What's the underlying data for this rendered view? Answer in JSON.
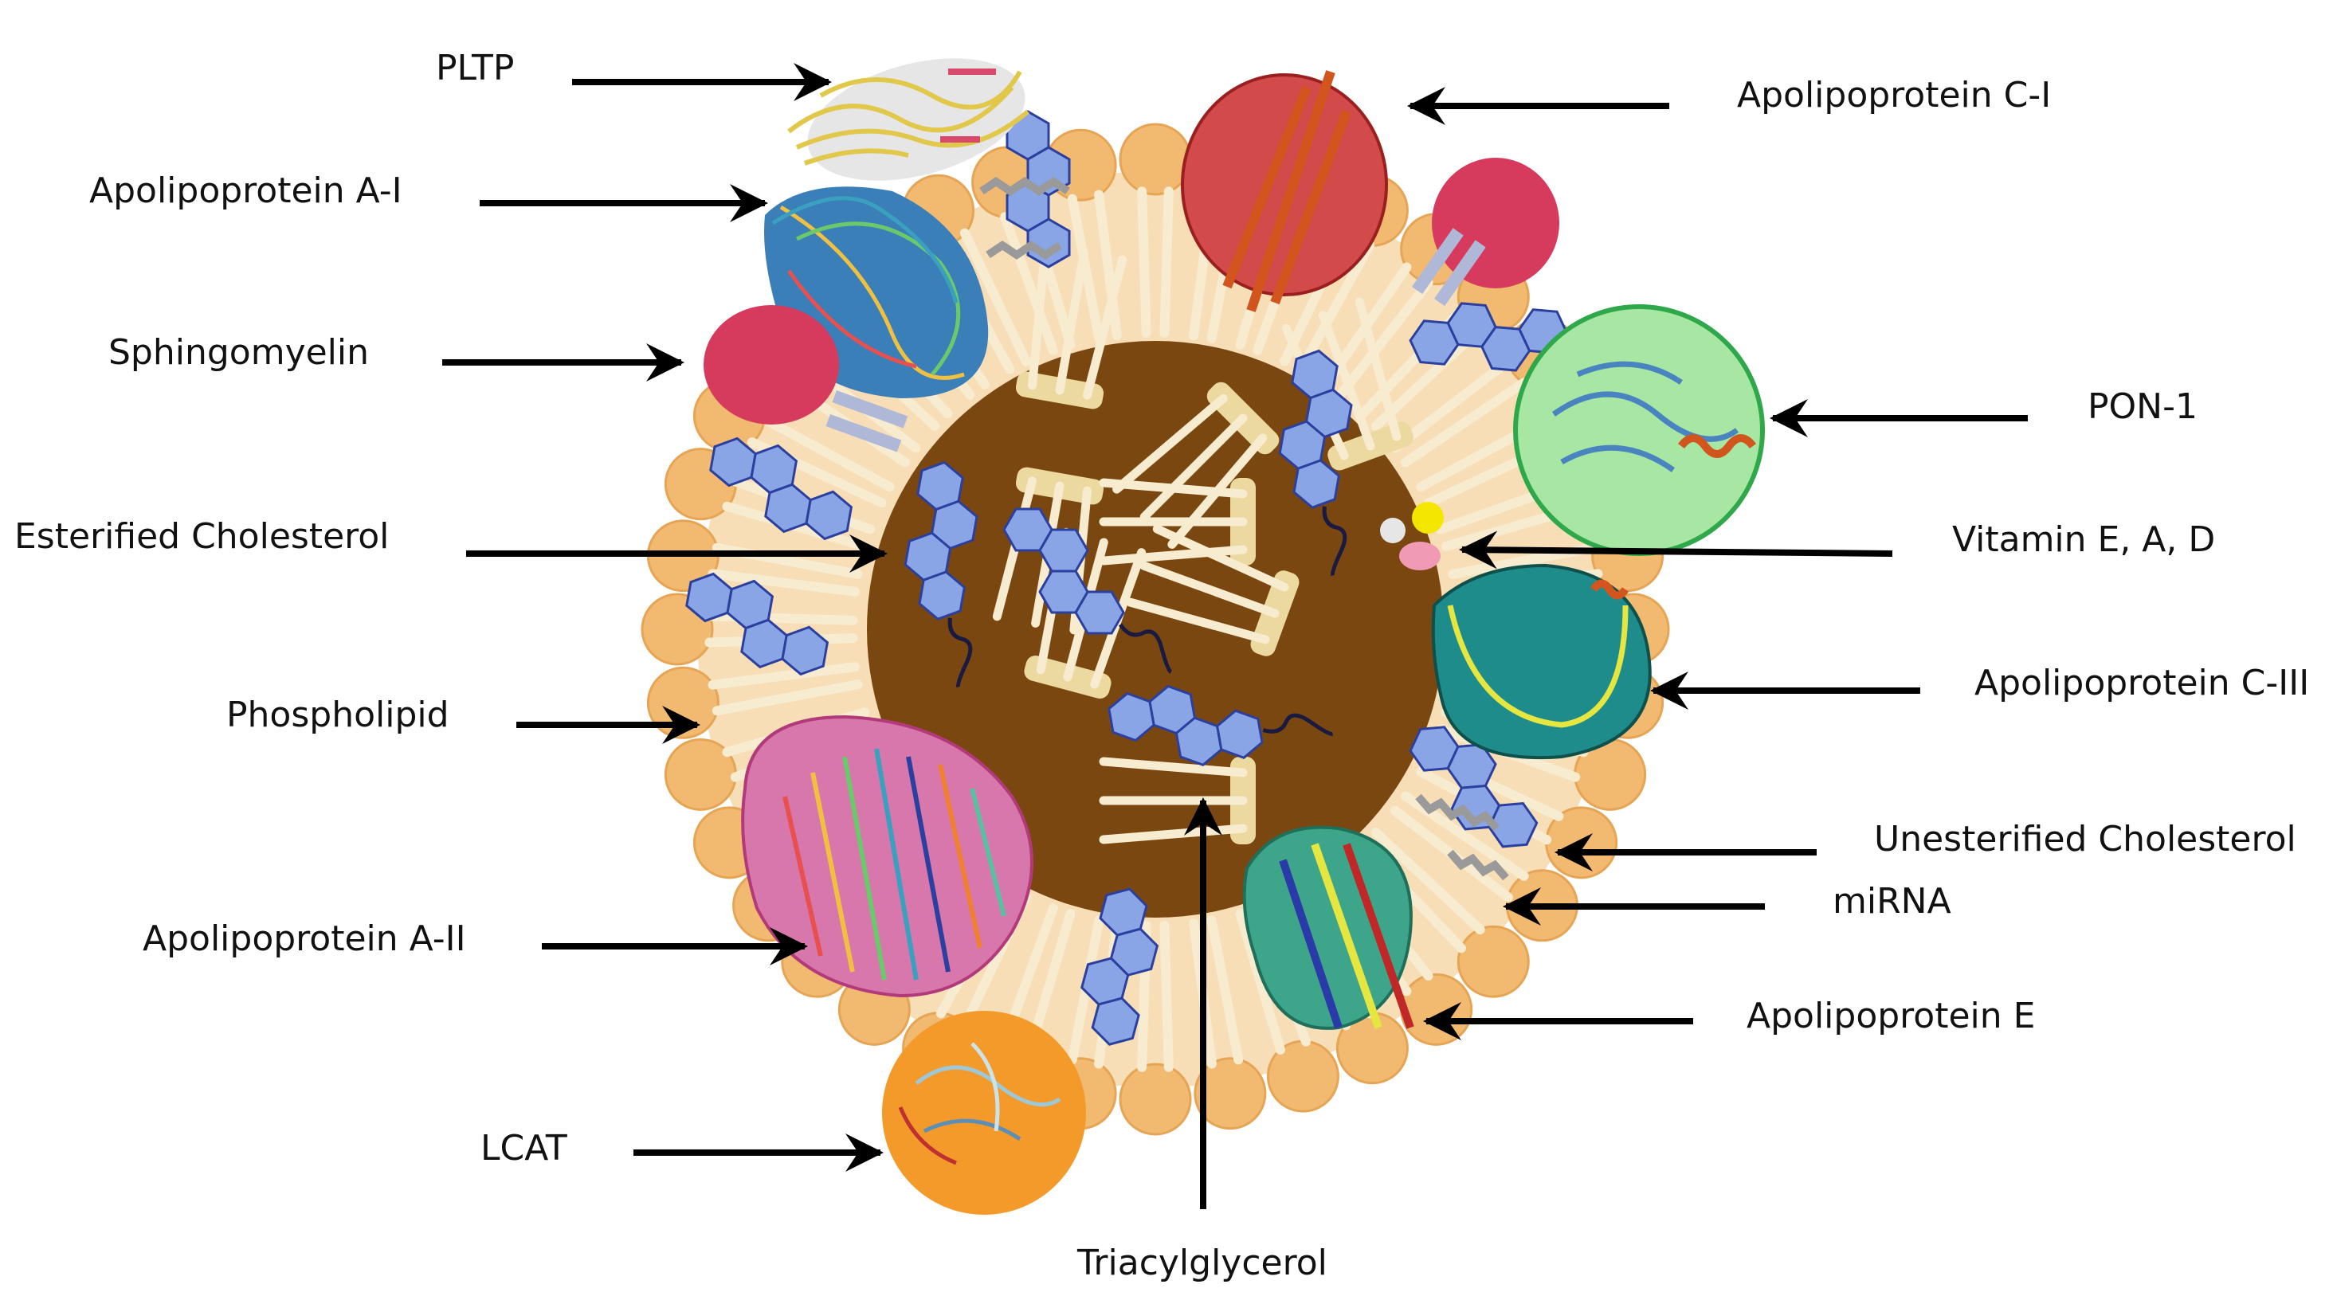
{
  "labels": {
    "pltp": "PLTP",
    "apoa1": "Apolipoprotein A-I",
    "sphingomyelin": "Sphingomyelin",
    "esterified_cholesterol": "Esterified Cholesterol",
    "phospholipid": "Phospholipid",
    "apoa2": "Apolipoprotein A-II",
    "lcat": "LCAT",
    "triacylglycerol": "Triacylglycerol",
    "apoc1": "Apolipoprotein C-I",
    "pon1": "PON-1",
    "vitamins": "Vitamin E, A, D",
    "apoc3": "Apolipoprotein C-III",
    "unesterified_cholesterol": "Unesterified Cholesterol",
    "mirna": "miRNA",
    "apoe": "Apolipoprotein E"
  },
  "colors": {
    "core": "#7a4710",
    "phospholipid_head": "#f2b970",
    "phospholipid_tail": "#f7ebd0",
    "cholesterol_ring": "#8aa5e6",
    "cholesterol_ring_stroke": "#2b3f9e",
    "triacylglycerol": "#ecd9a0",
    "sphingomyelin": "#d63a5c",
    "apoa1": "#3b7fb8",
    "apoa2": "#d777ab",
    "apoc1": "#d24a4a",
    "apoc3": "#1f8c8c",
    "apoe": "#3da58a",
    "pon1": "#a7e6a3",
    "lcat": "#f39a2a",
    "pltp": "#e6e6e6",
    "arrow": "#000000"
  }
}
